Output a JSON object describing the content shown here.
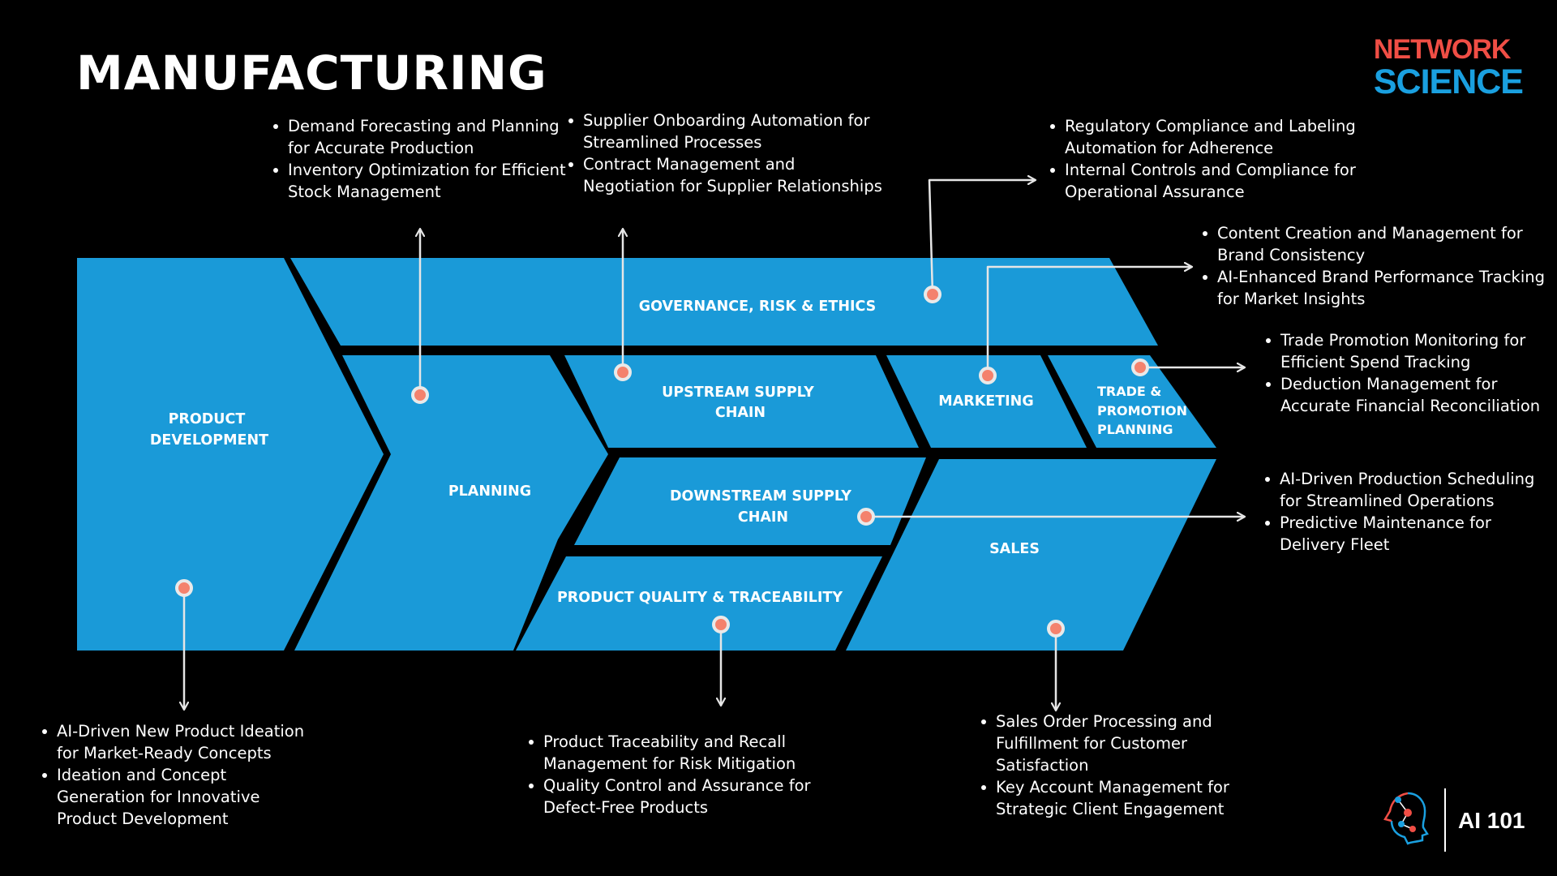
{
  "title": "MANUFACTURING",
  "brand": {
    "line1": "NETWORK",
    "line2": "SCIENCE",
    "color1": "#f04e45",
    "color2": "#1aa0e0"
  },
  "footer": {
    "label": "AI 101"
  },
  "colors": {
    "segment": "#1a9ad8",
    "marker": "#f4826d",
    "marker_ring": "#e9e9e9",
    "arrow": "#e6e6e6"
  },
  "segments": {
    "product_development": [
      "PRODUCT",
      "DEVELOPMENT"
    ],
    "governance": [
      "GOVERNANCE, RISK & ETHICS"
    ],
    "planning": [
      "PLANNING"
    ],
    "upstream": [
      "UPSTREAM SUPPLY",
      "CHAIN"
    ],
    "marketing": [
      "MARKETING"
    ],
    "trade": [
      "TRADE &",
      "PROMOTION",
      "PLANNING"
    ],
    "downstream": [
      "DOWNSTREAM SUPPLY",
      "CHAIN"
    ],
    "quality": [
      "PRODUCT QUALITY & TRACEABILITY"
    ],
    "sales": [
      "SALES"
    ]
  },
  "bullets": {
    "planning": [
      "Demand Forecasting and Planning for Accurate Production",
      "Inventory Optimization for Efficient Stock Management"
    ],
    "upstream": [
      "Supplier Onboarding Automation for Streamlined Processes",
      "Contract Management and Negotiation for Supplier Relationships"
    ],
    "governance": [
      "Regulatory Compliance and Labeling Automation for Adherence",
      "Internal Controls and Compliance for Operational Assurance"
    ],
    "marketing": [
      "Content Creation and Management for Brand Consistency",
      "AI-Enhanced Brand Performance Tracking for Market Insights"
    ],
    "trade": [
      "Trade Promotion Monitoring for Efficient Spend Tracking",
      "Deduction Management for Accurate Financial Reconciliation"
    ],
    "downstream": [
      "AI-Driven Production Scheduling for Streamlined Operations",
      "Predictive Maintenance for Delivery Fleet"
    ],
    "product_development": [
      "AI-Driven New Product Ideation for Market-Ready Concepts",
      "Ideation and Concept Generation for Innovative Product Development"
    ],
    "quality": [
      "Product Traceability and Recall Management for Risk Mitigation",
      "Quality Control and Assurance for Defect-Free Products"
    ],
    "sales": [
      "Sales Order Processing and Fulfillment for Customer Satisfaction",
      "Key Account Management for Strategic Client Engagement"
    ]
  }
}
